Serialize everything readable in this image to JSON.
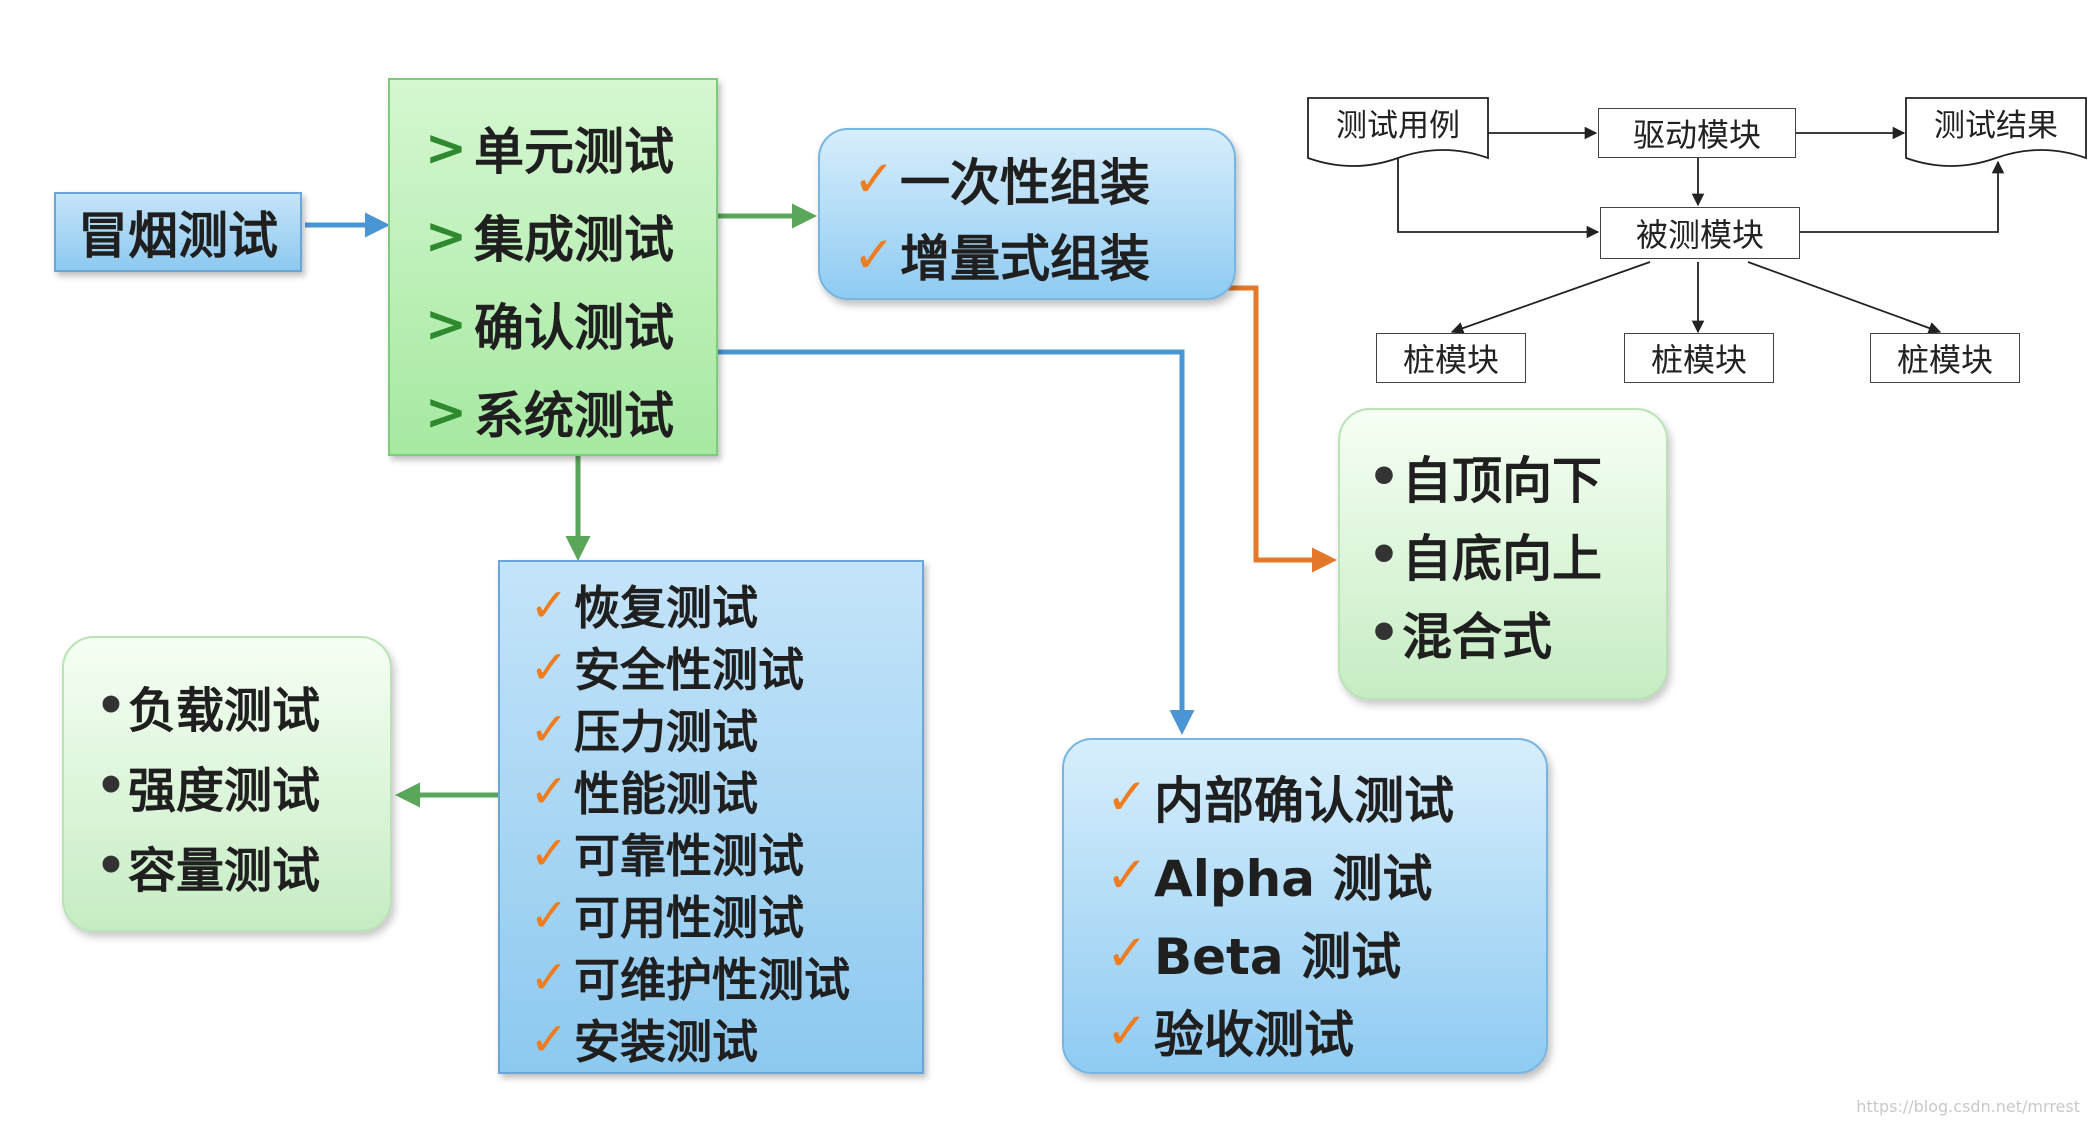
{
  "smoke_test": "冒烟测试",
  "levels": [
    "单元测试",
    "集成测试",
    "确认测试",
    "系统测试"
  ],
  "integration_methods": [
    "一次性组装",
    "增量式组装"
  ],
  "incremental_strategies": [
    "自顶向下",
    "自底向上",
    "混合式"
  ],
  "system_tests": [
    "恢复测试",
    "安全性测试",
    "压力测试",
    "性能测试",
    "可靠性测试",
    "可用性测试",
    "可维护性测试",
    "安装测试"
  ],
  "performance_subtests": [
    "负载测试",
    "强度测试",
    "容量测试"
  ],
  "acceptance_tests": [
    "内部确认测试",
    "Alpha 测试",
    "Beta 测试",
    "验收测试"
  ],
  "module_figure": {
    "test_case": "测试用例",
    "driver": "驱动模块",
    "test_result": "测试结果",
    "module_under_test": "被测模块",
    "stubs": [
      "桩模块",
      "桩模块",
      "桩模块"
    ]
  },
  "watermark": "https://blog.csdn.net/mrrest",
  "colors": {
    "blue_arrow": "#4a96d4",
    "green_arrow": "#5aa65a",
    "orange_arrow": "#e3782a",
    "check": "#ee7d22",
    "arrowhead_bullet": "#2f8a2f"
  }
}
